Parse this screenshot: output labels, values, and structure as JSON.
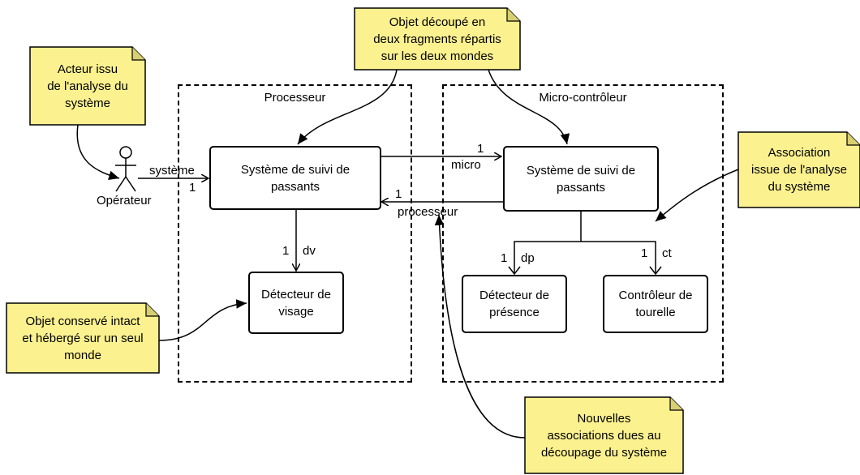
{
  "regions": {
    "left_title": "Processeur",
    "right_title": "Micro-contrôleur"
  },
  "actor": {
    "label": "Opérateur"
  },
  "classes": {
    "suivi_left": "Système de suivi de\npassants",
    "suivi_right": "Système de suivi de\npassants",
    "detecteur_visage": "Détecteur de\nvisage",
    "detecteur_presence": "Détecteur de\nprésence",
    "controleur_tourelle": "Contrôleur de\ntourelle"
  },
  "associations": {
    "systeme_role": "système",
    "systeme_mult": "1",
    "micro_role": "micro",
    "micro_mult": "1",
    "processeur_role": "processeur",
    "processeur_mult": "1",
    "dv_role": "dv",
    "dv_mult": "1",
    "dp_role": "dp",
    "dp_mult": "1",
    "ct_role": "ct",
    "ct_mult": "1"
  },
  "notes": {
    "objet_decoupe": "Objet découpé en\ndeux fragments répartis\nsur les deux mondes",
    "acteur_issu": "Acteur issu\nde l'analyse du\nsystème",
    "association_issue": "Association\nissue de l'analyse\ndu système",
    "objet_conserve": "Objet conservé intact\net hébergé sur un seul\nmonde",
    "nouvelles_associations": "Nouvelles\nassociations dues au\ndécoupage du système"
  },
  "colors": {
    "note_fill": "#fbf18f",
    "note_fold": "#d8cf72",
    "line": "#000000"
  }
}
